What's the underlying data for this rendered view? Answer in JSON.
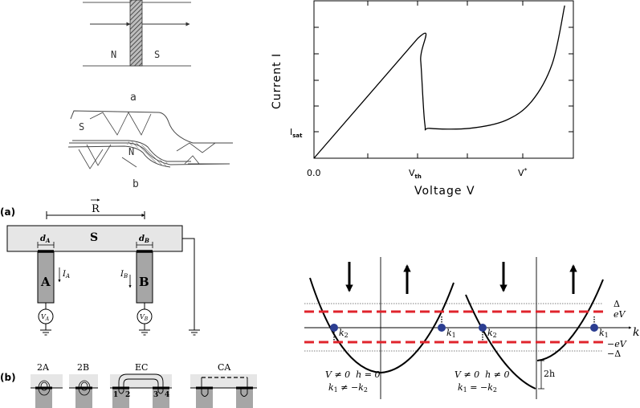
{
  "junction_panel": {
    "label_n": "N",
    "label_s": "S",
    "caption_a": "a",
    "label_s2": "S",
    "label_n2": "N",
    "caption_b": "b"
  },
  "iv_chart": {
    "ylabel": "Current I",
    "xlabel": "Voltage V",
    "y_tick_isat": "I",
    "y_tick_isat_sub": "sat",
    "x_tick_0": "0.0",
    "x_tick_vth": "V",
    "x_tick_vth_sub": "th",
    "x_tick_vstar": "V",
    "x_tick_vstar_sup": "*"
  },
  "chart_data": {
    "type": "line",
    "title": "",
    "xlabel": "Voltage V",
    "ylabel": "Current I",
    "x_ticks": [
      "0.0",
      "Vth",
      "V*"
    ],
    "y_ticks": [
      "Isat"
    ],
    "series": [
      {
        "points": [
          [
            0.0,
            0.0
          ],
          [
            1.0,
            0.76
          ],
          [
            1.03,
            0.62
          ],
          [
            1.07,
            0.22
          ],
          [
            1.12,
            0.19
          ],
          [
            1.5,
            0.19
          ],
          [
            1.85,
            0.24
          ],
          [
            2.1,
            0.36
          ],
          [
            2.3,
            0.6
          ],
          [
            2.42,
            0.97
          ]
        ]
      }
    ],
    "notes": "x in units of Vth; y in units relative to full axis"
  },
  "device_panel": {
    "panel_label": "(a)",
    "vector_r": "R",
    "superconductor": "S",
    "lead_a": "A",
    "lead_b": "B",
    "width_a": "d",
    "width_a_sub": "A",
    "width_b": "d",
    "width_b_sub": "B",
    "current_a": "I",
    "current_a_sub": "A",
    "current_b": "I",
    "current_b_sub": "B",
    "volt_a": "V",
    "volt_a_sub": "A",
    "volt_b": "V",
    "volt_b_sub": "B"
  },
  "process_panel": {
    "panel_label": "(b)",
    "label_2a": "2A",
    "label_2b": "2B",
    "label_ec": "EC",
    "label_ca": "CA",
    "num_1": "1",
    "num_2": "2",
    "num_3": "3",
    "num_4": "4"
  },
  "band_panel": {
    "k_axis": "k",
    "delta_top": "Δ",
    "ev_top": "eV",
    "ev_bottom": "−eV",
    "delta_bottom": "−Δ",
    "k1_left": "k",
    "k1_left_sub": "1",
    "k2_left": "k",
    "k2_left_sub": "2",
    "k1_right": "k",
    "k1_right_sub": "1",
    "k2_right": "k",
    "k2_right_sub": "2",
    "split_label": "2h",
    "cond_left_1": "V ≠ 0  h = 0",
    "cond_left_2": "k",
    "cond_left_2_sub1": "1",
    "cond_left_2_rel": " ≠ −k",
    "cond_left_2_sub2": "2",
    "cond_right_1": "V ≠ 0  h ≠ 0",
    "cond_right_2": "k",
    "cond_right_2_sub1": "1",
    "cond_right_2_rel": " = −k",
    "cond_right_2_sub2": "2",
    "colors": {
      "dashed_level": "#e0242c",
      "state_dot": "#2b3d91"
    }
  }
}
